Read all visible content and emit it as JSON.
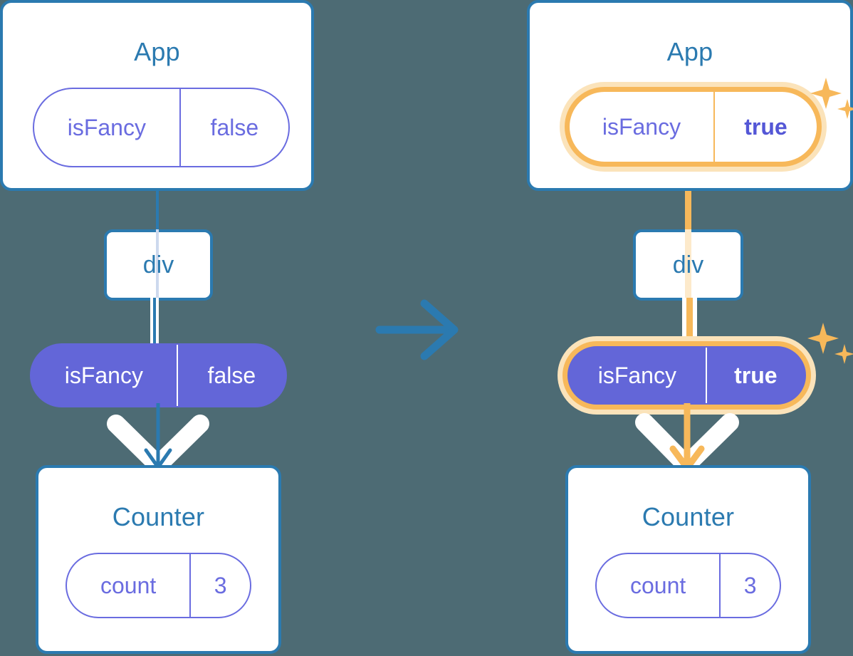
{
  "diagram": {
    "title": "react-state-lifting-rerender",
    "background_color": "#4d6b74",
    "accent_blue": "#2b7ab0",
    "accent_purple": "#6366d8",
    "accent_orange": "#f7b85a",
    "accent_orange_halo": "#fbe3ba"
  },
  "transition_arrow": {
    "icon": "arrow-right-icon",
    "color": "#2b7ab0"
  },
  "before": {
    "app": {
      "title": "App",
      "state": {
        "name": "isFancy",
        "value": "false",
        "highlighted": false
      }
    },
    "div": {
      "label": "div"
    },
    "prop": {
      "name": "isFancy",
      "value": "false",
      "highlighted": false
    },
    "counter": {
      "title": "Counter",
      "state": {
        "name": "count",
        "value": "3",
        "highlighted": false
      }
    }
  },
  "after": {
    "app": {
      "title": "App",
      "state": {
        "name": "isFancy",
        "value": "true",
        "highlighted": true
      }
    },
    "div": {
      "label": "div"
    },
    "prop": {
      "name": "isFancy",
      "value": "true",
      "highlighted": true
    },
    "counter": {
      "title": "Counter",
      "state": {
        "name": "count",
        "value": "3",
        "highlighted": false
      }
    },
    "sparkle_icons": [
      "sparkle-icon",
      "sparkle-icon"
    ]
  }
}
